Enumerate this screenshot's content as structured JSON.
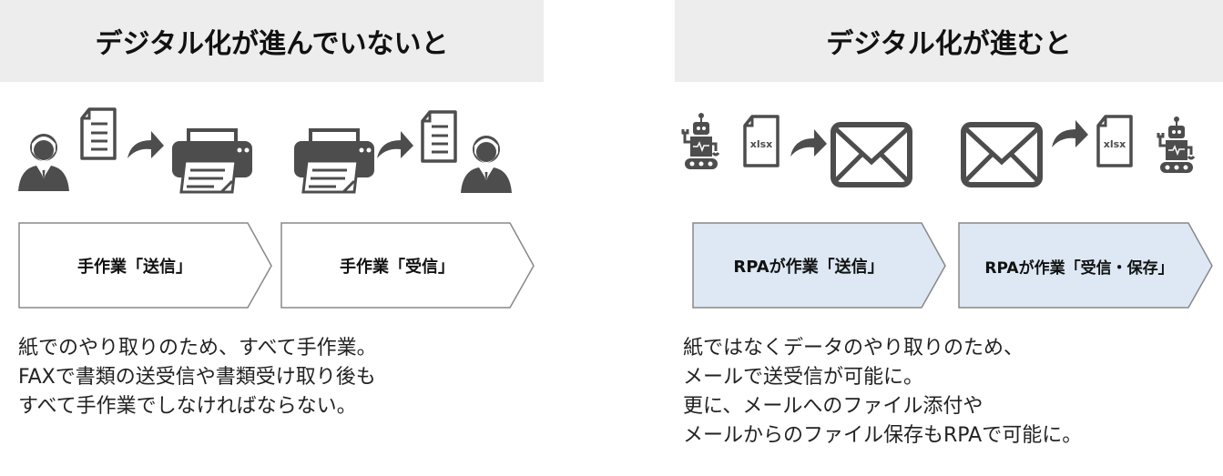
{
  "left": {
    "title": "デジタル化が進んでいないと",
    "steps": [
      "手作業「送信」",
      "手作業「受信」"
    ],
    "lines": [
      "紙でのやり取りのため、すべて手作業。",
      "FAXで書類の送受信や書類受け取り後も",
      "すべて手作業でしなければならない。"
    ]
  },
  "right": {
    "title": "デジタル化が進むと",
    "steps": [
      "RPAが作業「送信」",
      "RPAが作業「受信・保存」"
    ],
    "lines": [
      "紙ではなくデータのやり取りのため、",
      "メールで送受信が可能に。",
      "更に、メールへのファイル添付や",
      "メールからのファイル保存もRPAで可能に。"
    ],
    "file_label": "xlsx"
  },
  "colors": {
    "header_bg": "#ededed",
    "icon": "#4d4d4d",
    "rpa_step_fill": "#dde8f4",
    "step_border": "#888888"
  }
}
